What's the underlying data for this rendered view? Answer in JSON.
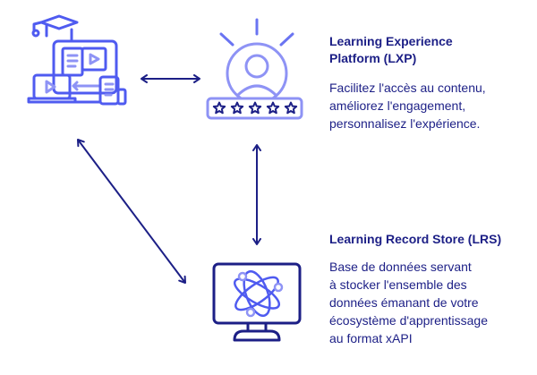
{
  "colors": {
    "accent": "#4f5bf0",
    "dark": "#1c1f86",
    "light": "#8e93f5"
  },
  "lxp": {
    "title_line1": "Learning Experience",
    "title_line2": "Platform (LXP)",
    "desc_line1": "Facilitez l'accès au contenu,",
    "desc_line2": "améliorez l'engagement,",
    "desc_line3": "personnalisez l'expérience.",
    "rating_stars": 5
  },
  "lrs": {
    "title": "Learning Record Store (LRS)",
    "desc_line1": "Base de données servant",
    "desc_line2": "à stocker l'ensemble des",
    "desc_line3": "données émanant de votre",
    "desc_line4": "écosystème d'apprentissage",
    "desc_line5": "au format xAPI"
  },
  "icons": {
    "elearning": "elearning-devices-icon",
    "user_rating": "user-rating-icon",
    "lrs_monitor": "monitor-atom-icon"
  }
}
